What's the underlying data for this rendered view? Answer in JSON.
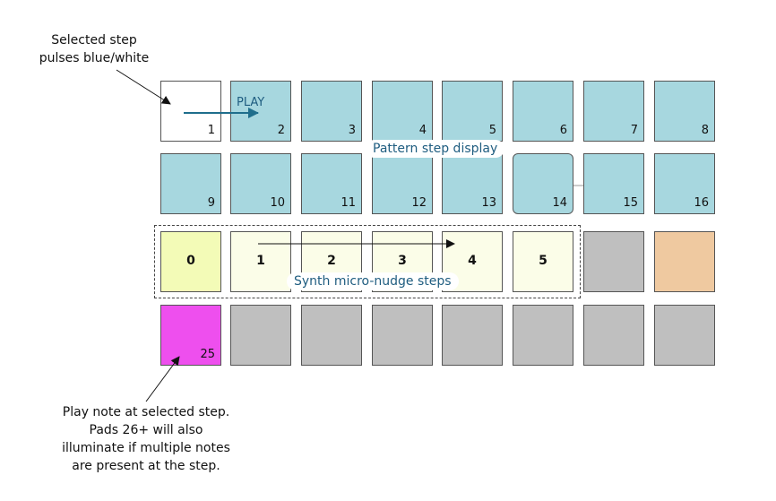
{
  "annotations": {
    "selected_step_line1": "Selected step",
    "selected_step_line2": "pulses blue/white",
    "play_note_lines": [
      "Play note at selected step.",
      "Pads 26+ will also",
      "illuminate if multiple notes",
      "are present at the step."
    ],
    "play_label": "PLAY",
    "pattern_callout": "Pattern step display",
    "synth_callout": "Synth micro-nudge steps"
  },
  "rows": {
    "steps_row1": [
      "1",
      "2",
      "3",
      "4",
      "5",
      "6",
      "7",
      "8"
    ],
    "steps_row2": [
      "9",
      "10",
      "11",
      "12",
      "13",
      "14",
      "15",
      "16"
    ],
    "nudge_values": [
      "0",
      "1",
      "2",
      "3",
      "4",
      "5"
    ],
    "note_pad_label": "25"
  },
  "colors": {
    "step": "#a7d7df",
    "selected": "#ffffff",
    "nudge": "#fbfde8",
    "nudge_zero": "#f3fbb7",
    "grey": "#bfbfbf",
    "orange": "#efc9a0",
    "magenta": "#ee4fee",
    "accent_text": "#1f5d80"
  }
}
